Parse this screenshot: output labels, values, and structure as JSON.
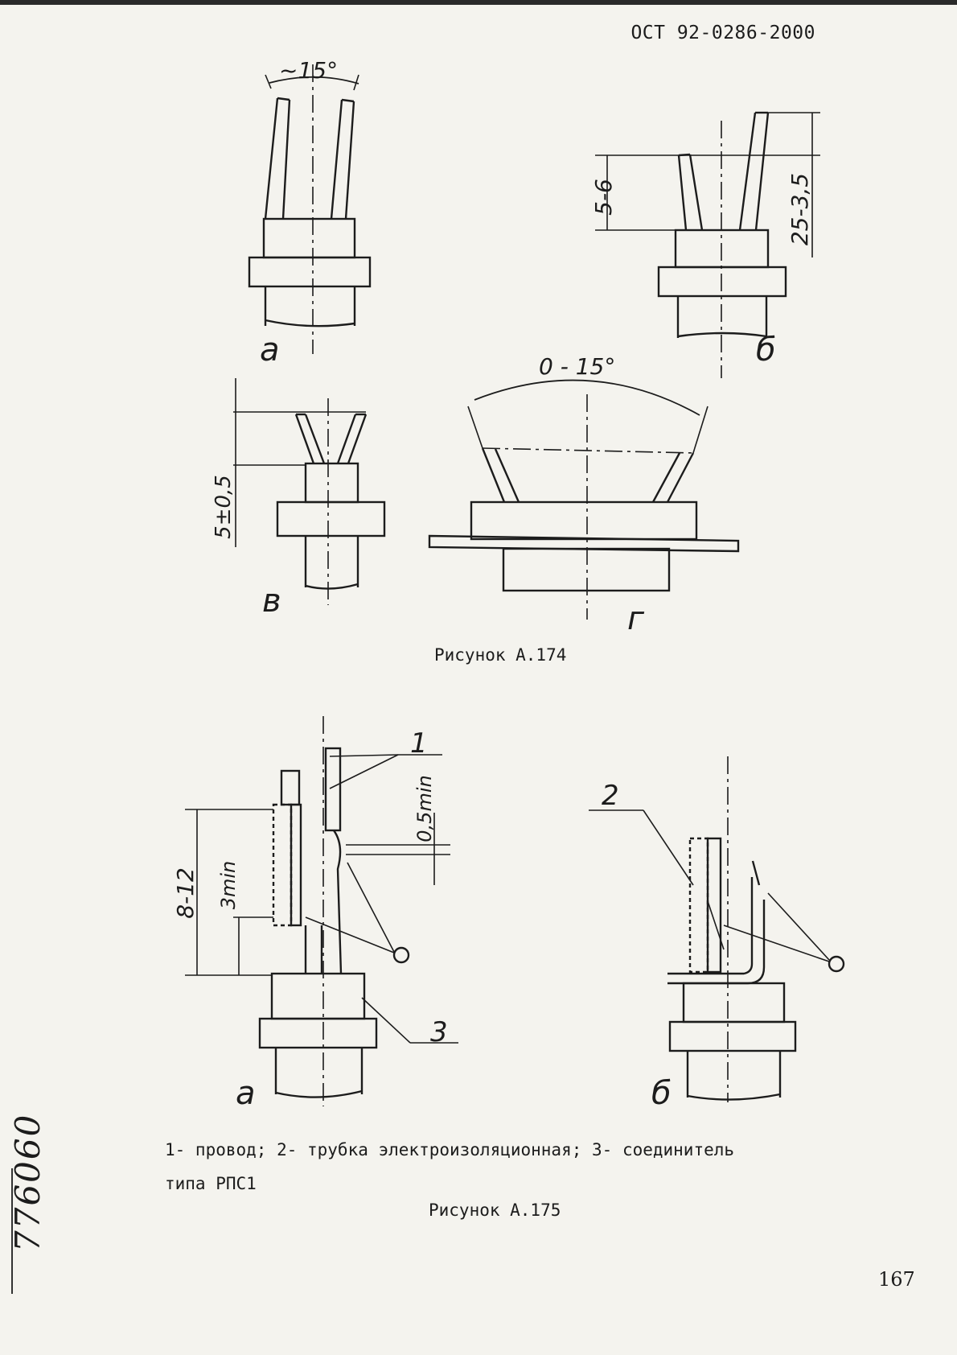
{
  "header": {
    "doc_code": "ОСТ 92-0286-2000"
  },
  "figure_174": {
    "caption": "Рисунок А.174",
    "panels": [
      {
        "label": "а",
        "dims": [
          "~15°"
        ]
      },
      {
        "label": "б",
        "dims": [
          "5-6",
          "25-3,5"
        ]
      },
      {
        "label": "в",
        "dims": [
          "5±0,5"
        ]
      },
      {
        "label": "г",
        "dims": [
          "0 - 15°"
        ]
      }
    ]
  },
  "figure_175": {
    "caption": "Рисунок А.175",
    "panels": [
      {
        "label": "а",
        "dims": [
          "8-12",
          "3min",
          "0,5min"
        ],
        "callouts": [
          "1",
          "3"
        ]
      },
      {
        "label": "б",
        "callouts": [
          "2"
        ]
      }
    ],
    "legend_line1": "1- провод; 2- трубка электроизоляционная; 3- соединитель",
    "legend_line2": "типа РПС1"
  },
  "page_number": "167",
  "side_stamp": "776060"
}
